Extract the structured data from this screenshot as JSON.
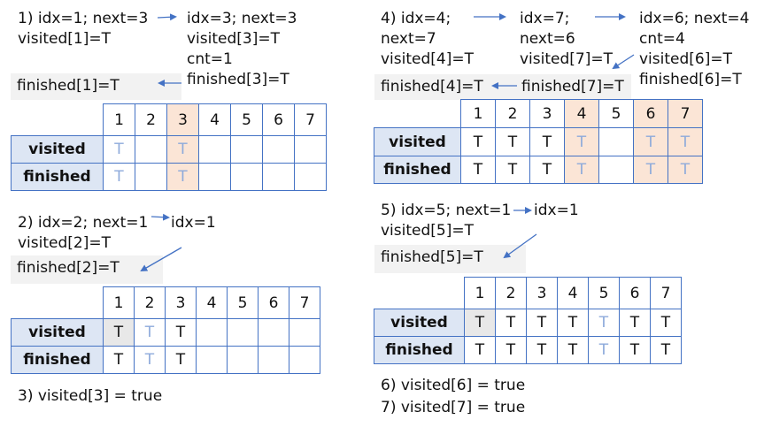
{
  "step1": {
    "line1": "1)  idx=1; next=3",
    "line2": "visited[1]=T",
    "r1": "idx=3; next=3",
    "r2": "visited[3]=T",
    "r3": "cnt=1",
    "r4": "finished[3]=T",
    "box": "finished[1]=T",
    "table": {
      "headers": [
        "1",
        "2",
        "3",
        "4",
        "5",
        "6",
        "7"
      ],
      "rows": [
        {
          "label": "visited",
          "cells": [
            "T",
            "",
            "T",
            "",
            "",
            "",
            ""
          ]
        },
        {
          "label": "finished",
          "cells": [
            "T",
            "",
            "T",
            "",
            "",
            "",
            ""
          ]
        }
      ]
    }
  },
  "step2": {
    "line1": "2) idx=2; next=1",
    "r1": "idx=1",
    "line2": "visited[2]=T",
    "box": "finished[2]=T",
    "table": {
      "headers": [
        "1",
        "2",
        "3",
        "4",
        "5",
        "6",
        "7"
      ],
      "rows": [
        {
          "label": "visited",
          "cells": [
            "T",
            "T",
            "T",
            "",
            "",
            "",
            ""
          ]
        },
        {
          "label": "finished",
          "cells": [
            "T",
            "T",
            "T",
            "",
            "",
            "",
            ""
          ]
        }
      ]
    }
  },
  "step3": {
    "line1": "3) visited[3]  =  true"
  },
  "step4": {
    "c1a": "4) idx=4;",
    "c1b": "next=7",
    "c1c": "visited[4]=T",
    "c2a": "idx=7;",
    "c2b": "next=6",
    "c2c": "visited[7]=T",
    "c3a": "idx=6; next=4",
    "c3b": "cnt=4",
    "c3c": "visited[6]=T",
    "c3d": "finished[6]=T",
    "box1": "finished[4]=T",
    "box2": "finished[7]=T",
    "table": {
      "headers": [
        "1",
        "2",
        "3",
        "4",
        "5",
        "6",
        "7"
      ],
      "rows": [
        {
          "label": "visited",
          "cells": [
            "T",
            "T",
            "T",
            "T",
            "",
            "T",
            "T"
          ]
        },
        {
          "label": "finished",
          "cells": [
            "T",
            "T",
            "T",
            "T",
            "",
            "T",
            "T"
          ]
        }
      ]
    }
  },
  "step5": {
    "line1": "5) idx=5; next=1",
    "r1": "idx=1",
    "line2": "visited[5]=T",
    "box": "finished[5]=T",
    "table": {
      "headers": [
        "1",
        "2",
        "3",
        "4",
        "5",
        "6",
        "7"
      ],
      "rows": [
        {
          "label": "visited",
          "cells": [
            "T",
            "T",
            "T",
            "T",
            "T",
            "T",
            "T"
          ]
        },
        {
          "label": "finished",
          "cells": [
            "T",
            "T",
            "T",
            "T",
            "T",
            "T",
            "T"
          ]
        }
      ]
    }
  },
  "step6": {
    "line1": "6) visited[6]  =  true"
  },
  "step7": {
    "line1": "7) visited[7]  =  true"
  },
  "colors": {
    "grid": "#4472c4",
    "label_bg": "#dde6f4",
    "highlight": "#fbe5d6",
    "box_bg": "#f2f2f2",
    "light_t": "#8eaadb",
    "arrow": "#4472c4"
  }
}
